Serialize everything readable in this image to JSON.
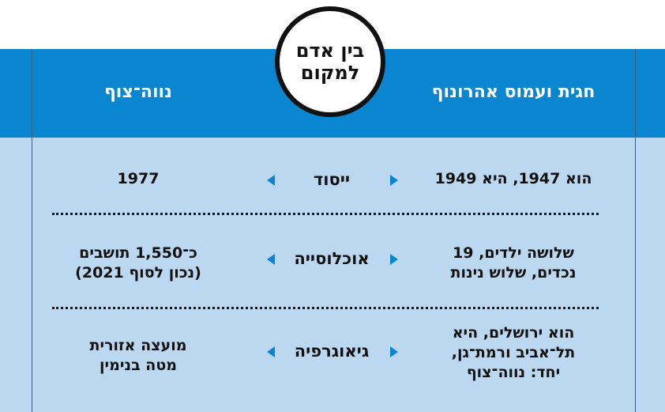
{
  "circle": {
    "line1": "בין אדם",
    "line2": "למקום"
  },
  "columns": {
    "right_title": "חגית ועמוס אהרונוף",
    "left_title": "נווה־צוף"
  },
  "rows": [
    {
      "label": "ייסוד",
      "right_lines": [
        "הוא 1947, היא 1949"
      ],
      "left_lines": [
        "1977"
      ]
    },
    {
      "label": "אוכלוסייה",
      "right_lines": [
        "שלושה ילדים, 19",
        "נכדים, שלוש נינות"
      ],
      "left_lines": [
        "כ־1,550 תושבים",
        "(נכון לסוף 2021)"
      ]
    },
    {
      "label": "גיאוגרפיה",
      "right_lines": [
        "הוא ירושלים, היא",
        "תל־אביב ורמת־גן,",
        "יחד: נווה־צוף"
      ],
      "left_lines": [
        "מועצה אזורית",
        "מטה בנימין"
      ]
    }
  ],
  "colors": {
    "header_blue": "#0a85d0",
    "body_light_blue": "#bcd8f1",
    "arrow_blue": "#0a85d0"
  },
  "icons": {
    "pointer_right": "triangle-pointing-right-icon",
    "pointer_left": "triangle-pointing-left-icon"
  }
}
